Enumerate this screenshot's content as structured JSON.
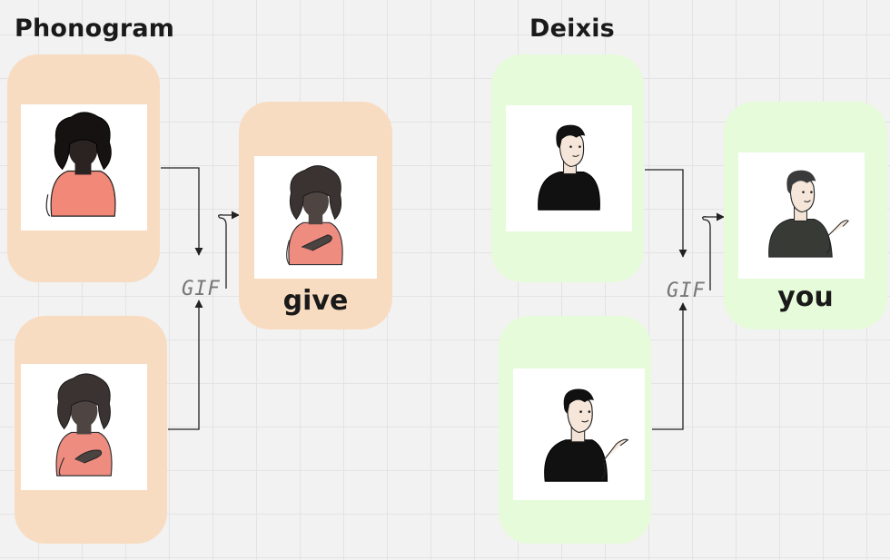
{
  "sections": [
    {
      "title": "Phonogram",
      "result_word": "give",
      "merge_label": "GIF"
    },
    {
      "title": "Deixis",
      "result_word": "you",
      "merge_label": "GIF"
    }
  ],
  "colors": {
    "phonogram_card": "#f8dcc1",
    "deixis_card": "#e6fbd9",
    "connector": "#222222"
  }
}
